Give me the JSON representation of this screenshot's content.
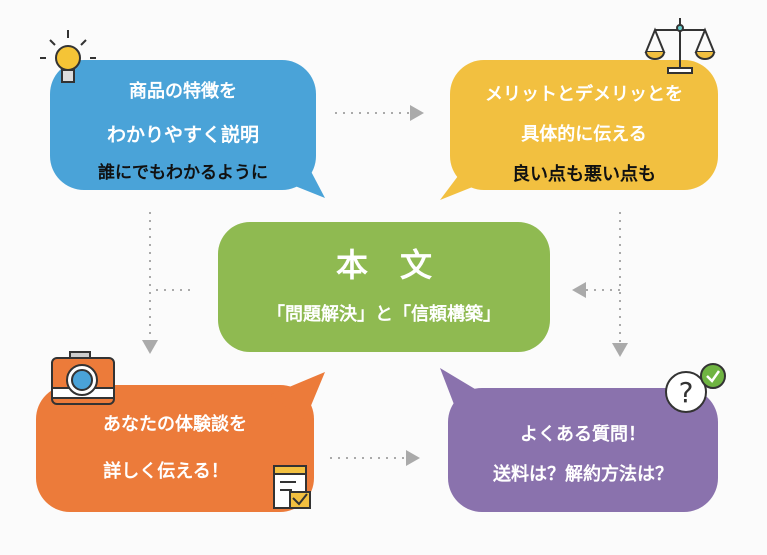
{
  "colors": {
    "blue": "#4aa3d8",
    "yellow": "#f2c040",
    "green": "#8fba51",
    "orange": "#ec7b3a",
    "purple": "#8a72ad",
    "arrow": "#aaaaaa"
  },
  "top_left": {
    "line1": "商品の特徴を",
    "line2": "わかりやすく説明",
    "line3": "誰にでもわかるように",
    "icon": "lightbulb-icon"
  },
  "top_right": {
    "line1": "メリットとデメリッとを",
    "line2": "具体的に伝える",
    "line3": "良い点も悪い点も",
    "icon": "scale-icon"
  },
  "center": {
    "title": "本　文",
    "subtitle": "「問題解決」と「信頼構築」"
  },
  "bottom_left": {
    "line1": "あなたの体験談を",
    "line2": "詳しく伝える！",
    "icons": [
      "camera-icon",
      "checklist-icon"
    ]
  },
  "bottom_right": {
    "line1": "よくある質問！",
    "line2": "送料は？解約方法は？",
    "icon": "question-check-icon"
  }
}
